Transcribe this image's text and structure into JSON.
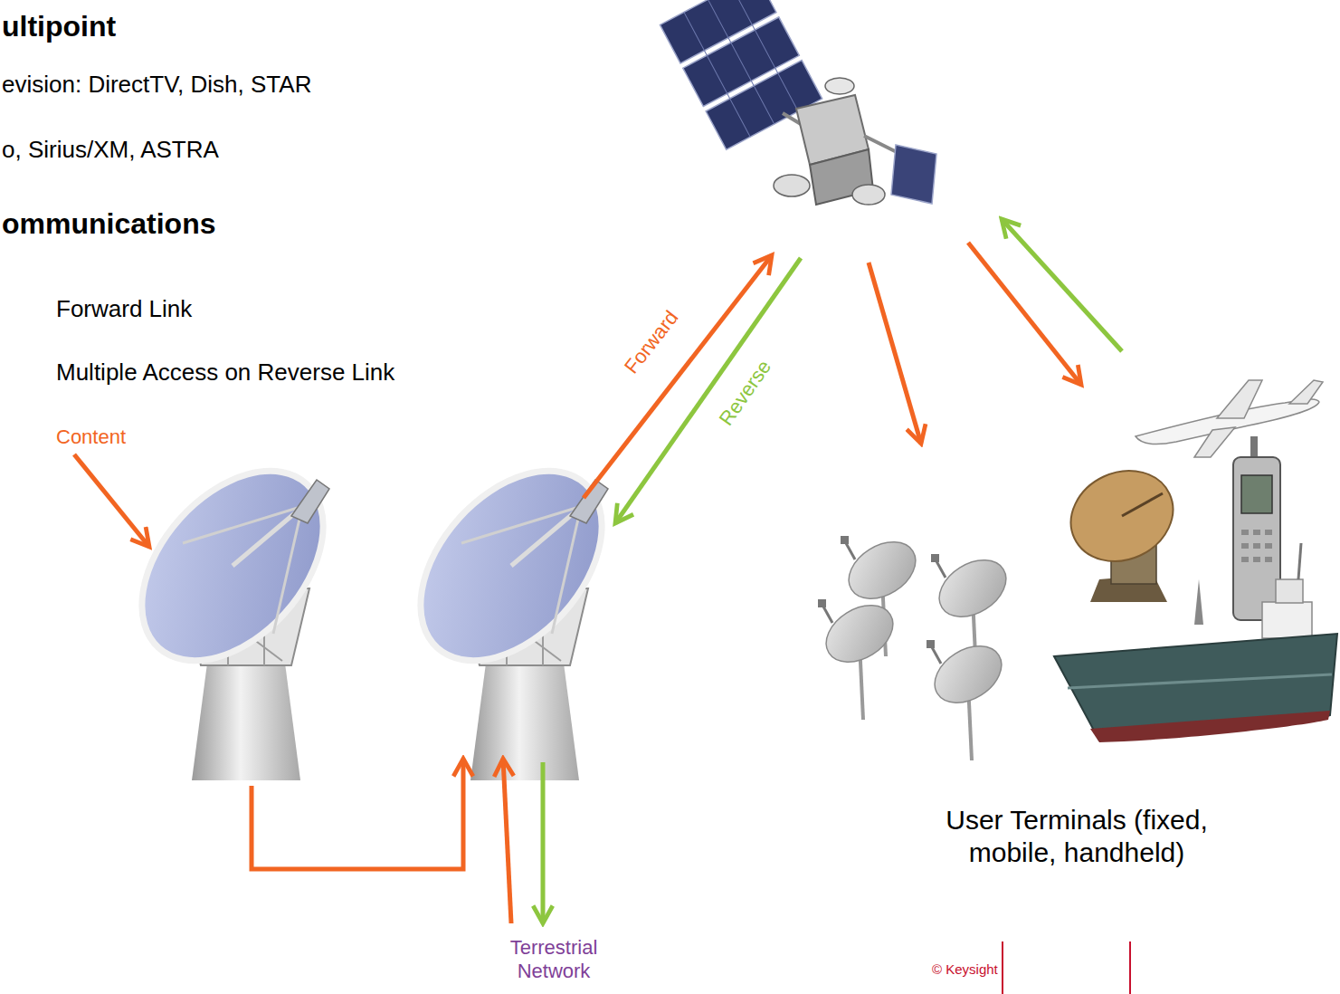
{
  "diagram": {
    "labels": [
      "ultipoint",
      "evision: DirectTV, Dish, STAR",
      "o, Sirius/XM, ASTRA",
      "ommunications",
      "Forward Link",
      "Multiple Access on Reverse Link",
      "Content",
      "Forward",
      "Reverse",
      "Terrestrial Network",
      "User Terminals (fixed, mobile, handheld)",
      "© Keysight"
    ]
  }
}
